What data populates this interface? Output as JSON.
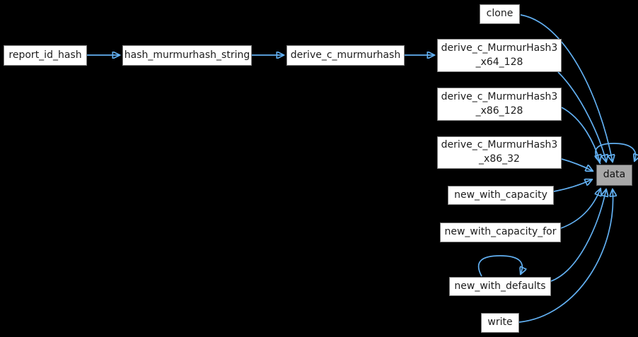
{
  "diagram": {
    "type": "caller-graph",
    "background_color": "#000000",
    "edge_color": "#62b0f2",
    "node_fill_color": "#ffffff",
    "node_border_color": "#7f7f7f",
    "current_node_fill_color": "#a8a8a8",
    "current_node_border_color": "#5f5f5f",
    "text_color": "#1c1c1c",
    "current_node": "data"
  },
  "nodes": [
    {
      "id": "report_id_hash",
      "label": "report_id_hash"
    },
    {
      "id": "hash_murmurhash_string",
      "label": "hash_murmurhash_string"
    },
    {
      "id": "derive_c_murmurhash",
      "label": "derive_c_murmurhash"
    },
    {
      "id": "clone",
      "label": "clone"
    },
    {
      "id": "derive_c_MurmurHash3_x64_128",
      "label": "derive_c_MurmurHash3\n_x64_128"
    },
    {
      "id": "derive_c_MurmurHash3_x86_128",
      "label": "derive_c_MurmurHash3\n_x86_128"
    },
    {
      "id": "derive_c_MurmurHash3_x86_32",
      "label": "derive_c_MurmurHash3\n_x86_32"
    },
    {
      "id": "new_with_capacity",
      "label": "new_with_capacity"
    },
    {
      "id": "new_with_capacity_for",
      "label": "new_with_capacity_for"
    },
    {
      "id": "new_with_defaults",
      "label": "new_with_defaults"
    },
    {
      "id": "write",
      "label": "write"
    },
    {
      "id": "data",
      "label": "data"
    }
  ],
  "edges": [
    {
      "from": "report_id_hash",
      "to": "hash_murmurhash_string"
    },
    {
      "from": "hash_murmurhash_string",
      "to": "derive_c_murmurhash"
    },
    {
      "from": "derive_c_murmurhash",
      "to": "derive_c_MurmurHash3_x64_128"
    },
    {
      "from": "clone",
      "to": "data"
    },
    {
      "from": "derive_c_MurmurHash3_x64_128",
      "to": "data"
    },
    {
      "from": "derive_c_MurmurHash3_x86_128",
      "to": "data"
    },
    {
      "from": "derive_c_MurmurHash3_x86_32",
      "to": "data"
    },
    {
      "from": "new_with_capacity",
      "to": "data"
    },
    {
      "from": "new_with_capacity_for",
      "to": "data"
    },
    {
      "from": "new_with_defaults",
      "to": "data"
    },
    {
      "from": "new_with_defaults",
      "to": "new_with_defaults"
    },
    {
      "from": "write",
      "to": "data"
    },
    {
      "from": "data",
      "to": "data"
    }
  ]
}
